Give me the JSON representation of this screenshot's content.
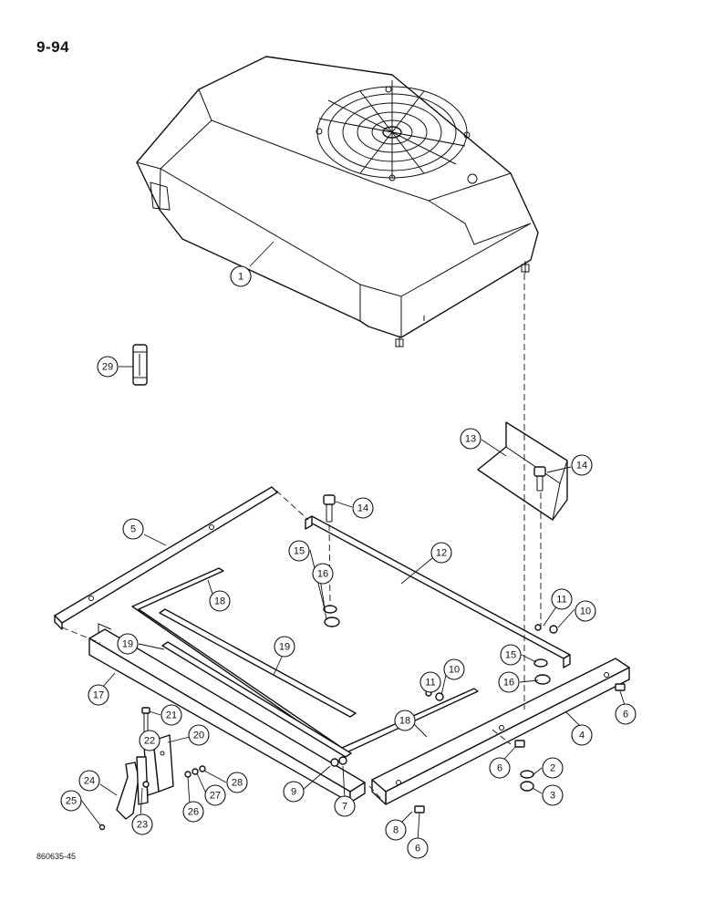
{
  "page_number": "9-94",
  "drawing_code": "860635-45",
  "callouts": [
    {
      "num": "1"
    },
    {
      "num": "29"
    },
    {
      "num": "13"
    },
    {
      "num": "14"
    },
    {
      "num": "14"
    },
    {
      "num": "5"
    },
    {
      "num": "15"
    },
    {
      "num": "16"
    },
    {
      "num": "12"
    },
    {
      "num": "18"
    },
    {
      "num": "11"
    },
    {
      "num": "10"
    },
    {
      "num": "19"
    },
    {
      "num": "19"
    },
    {
      "num": "17"
    },
    {
      "num": "15"
    },
    {
      "num": "16"
    },
    {
      "num": "11"
    },
    {
      "num": "10"
    },
    {
      "num": "6"
    },
    {
      "num": "4"
    },
    {
      "num": "21"
    },
    {
      "num": "18"
    },
    {
      "num": "22"
    },
    {
      "num": "20"
    },
    {
      "num": "28"
    },
    {
      "num": "27"
    },
    {
      "num": "26"
    },
    {
      "num": "9"
    },
    {
      "num": "7"
    },
    {
      "num": "6"
    },
    {
      "num": "2"
    },
    {
      "num": "3"
    },
    {
      "num": "24"
    },
    {
      "num": "23"
    },
    {
      "num": "25"
    },
    {
      "num": "8"
    },
    {
      "num": "6"
    }
  ]
}
